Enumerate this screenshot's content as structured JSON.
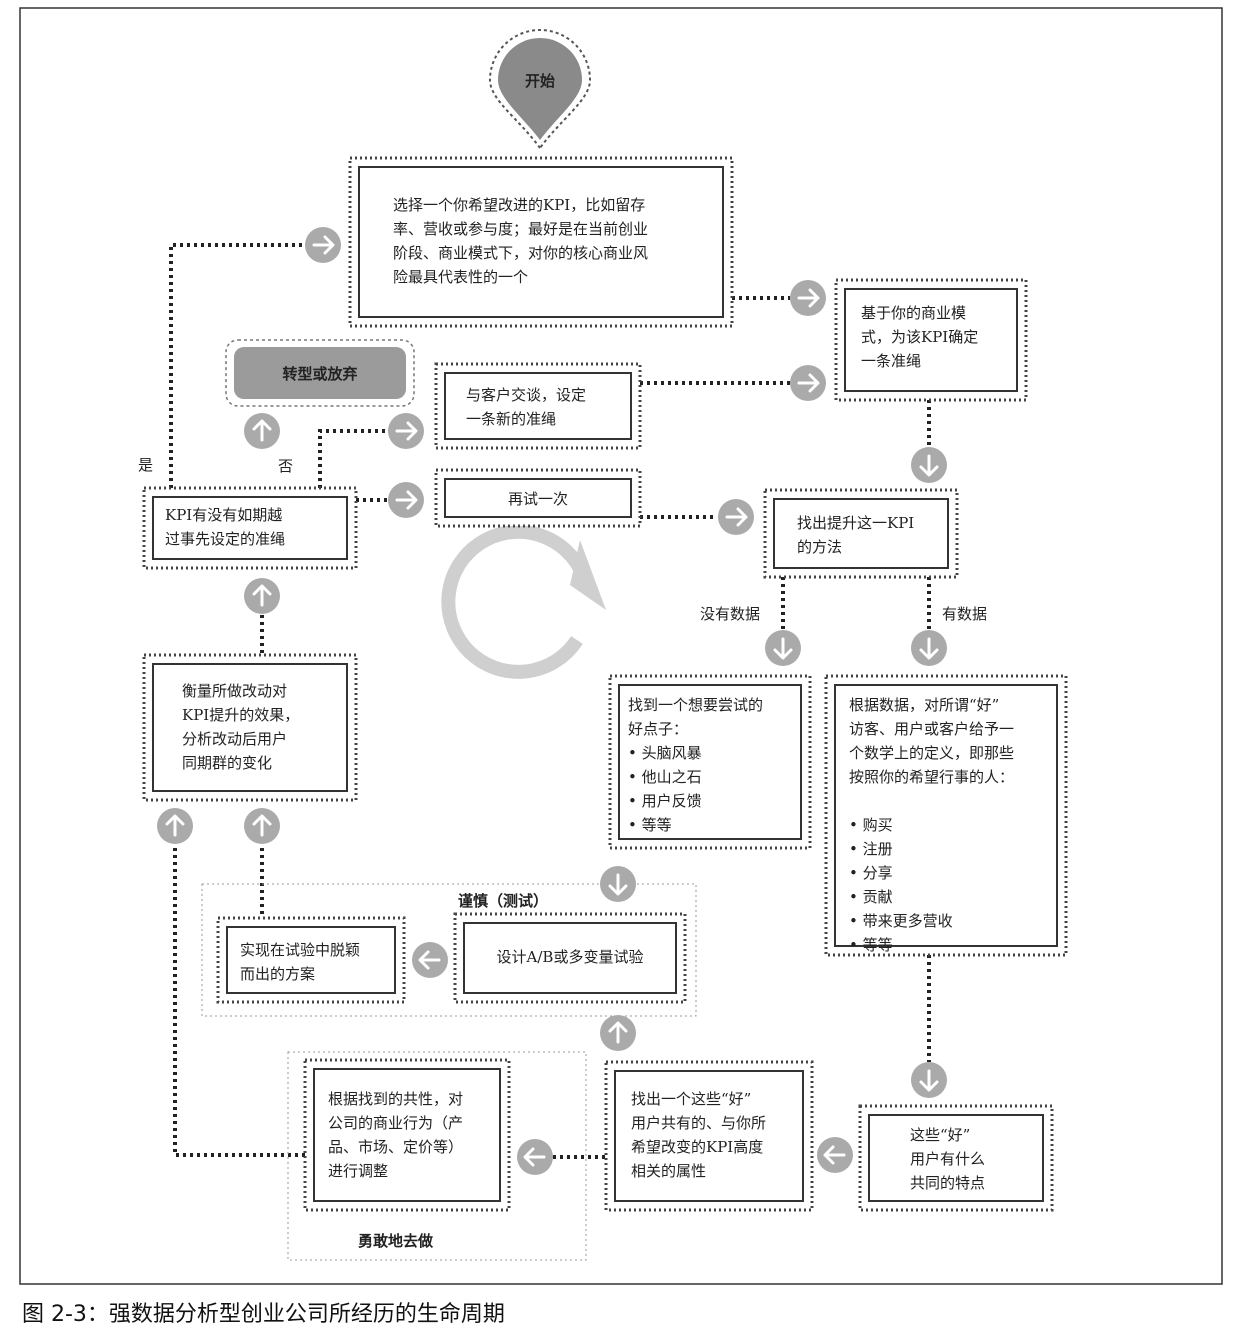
{
  "start": "开始",
  "pivot": "转型或放弃",
  "caption": "图 2-3：强数据分析型创业公司所经历的生命周期",
  "colors": {
    "start_fill": "#8a8a8a",
    "pivot_fill": "#9b9b9b",
    "arrow_fill": "#aaaaaa",
    "dot": "#222222",
    "cycle": "#cccccc"
  },
  "boxes": {
    "choose_kpi": [
      "选择一个你希望改进的KPI，比如留存",
      "率、营收或参与度；最好是在当前创业",
      "阶段、商业模式下，对你的核心商业风",
      "险最具代表性的一个"
    ],
    "set_bar": [
      "基于你的商业模",
      "式，为该KPI确定",
      "一条准绳"
    ],
    "talk_customers": [
      "与客户交谈，设定",
      "一条新的准绳"
    ],
    "try_again": [
      "再试一次"
    ],
    "kpi_check": [
      "KPI有没有如期越",
      "过事先设定的准绳"
    ],
    "find_method": [
      "找出提升这一KPI",
      "的方法"
    ],
    "measure": [
      "衡量所做改动对",
      "KPI提升的效果，",
      "分析改动后用户",
      "同期群的变化"
    ],
    "ideas": [
      "找到一个想要尝试的",
      "好点子：",
      "• 头脑风暴",
      "• 他山之石",
      "• 用户反馈",
      "• 等等"
    ],
    "define_good": [
      "根据数据，对所谓“好”",
      "访客、用户或客户给予一",
      "个数学上的定义，即那些",
      "按照你的希望行事的人：",
      "",
      "• 购买",
      "• 注册",
      "• 分享",
      "• 贡献",
      "• 带来更多营收",
      "• 等等"
    ],
    "implement": [
      "实现在试验中脱颖",
      "而出的方案"
    ],
    "design_test": [
      "设计A/B或多变量试验"
    ],
    "adjust": [
      "根据找到的共性，对",
      "公司的商业行为（产",
      "品、市场、定价等）",
      "进行调整"
    ],
    "find_attrs": [
      "找出一个这些“好”",
      "用户共有的、与你所",
      "希望改变的KPI高度",
      "相关的属性"
    ],
    "traits": [
      "这些“好”",
      "用户有什么",
      "共同的特点"
    ]
  },
  "labels": {
    "yes": "是",
    "no": "否",
    "no_data": "没有数据",
    "has_data": "有数据",
    "careful": "谨慎（测试）",
    "bold": "勇敢地去做"
  }
}
